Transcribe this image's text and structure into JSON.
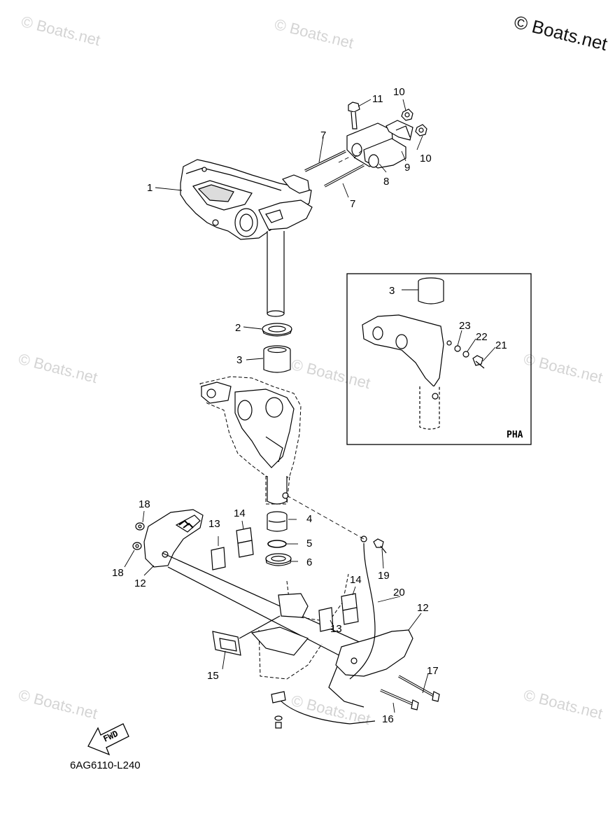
{
  "watermark": "© Boats.net",
  "diagram_code": "6AG6110-L240",
  "inset_label": "PHA",
  "fwd_label": "FWD",
  "callouts": [
    "1",
    "2",
    "3",
    "3",
    "4",
    "5",
    "6",
    "7",
    "7",
    "8",
    "9",
    "10",
    "10",
    "11",
    "12",
    "12",
    "13",
    "13",
    "14",
    "14",
    "15",
    "16",
    "17",
    "18",
    "18",
    "19",
    "20",
    "21",
    "22",
    "23"
  ]
}
